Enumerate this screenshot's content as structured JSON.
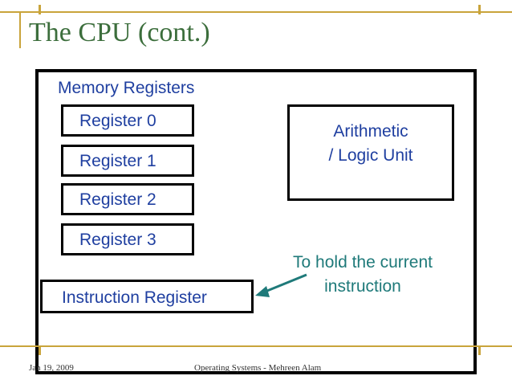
{
  "slide": {
    "title": "The CPU (cont.)",
    "memory_registers_label": "Memory Registers",
    "registers": [
      "Register 0",
      "Register 1",
      "Register 2",
      "Register 3"
    ],
    "alu_line1": "Arithmetic",
    "alu_line2": "/ Logic Unit",
    "instruction_register": "Instruction Register",
    "note": "To hold the current instruction"
  },
  "footer": {
    "date": "Jan 19, 2009",
    "course": "Operating Systems - Mehreen Alam"
  },
  "colors": {
    "accent": "#c9a43b",
    "title": "#3c6e3c",
    "text": "#1f3fa0",
    "note": "#1f7a7a"
  }
}
